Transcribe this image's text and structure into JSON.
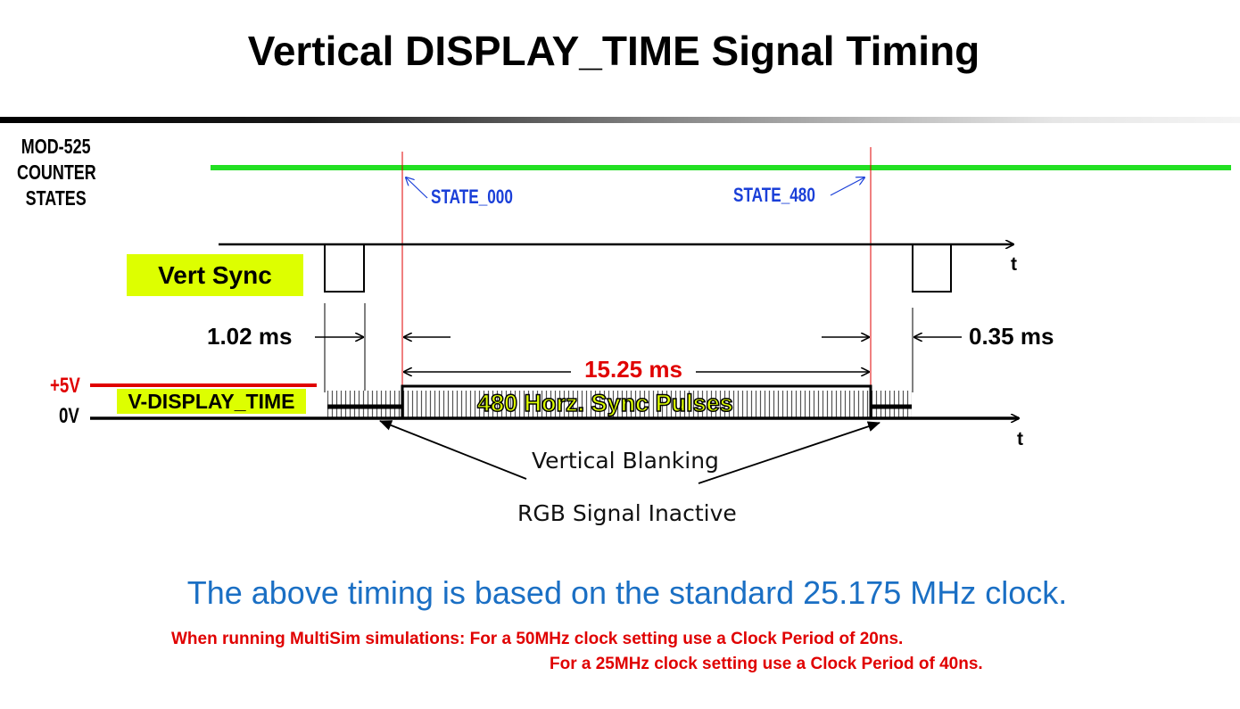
{
  "slide": {
    "title": "Vertical DISPLAY_TIME Signal Timing"
  },
  "counter": {
    "label_lines": [
      "MOD-525",
      "COUNTER",
      "STATES"
    ],
    "state_start": "STATE_000",
    "state_end": "STATE_480"
  },
  "signals": {
    "vert_sync": "Vert Sync",
    "v_display_time": "V-DISPLAY_TIME",
    "high_level": "+5V",
    "low_level": "0V",
    "time_axis": "t",
    "horz_pulses": "480 Horz. Sync Pulses"
  },
  "timing": {
    "front": "1.02 ms",
    "display": "15.25 ms",
    "back": "0.35 ms"
  },
  "notes": {
    "blanking": "Vertical Blanking",
    "rgb": "RGB Signal Inactive"
  },
  "footer": {
    "main": "The above timing is based on the  standard 25.175 MHz clock.",
    "line1": "When running MultiSim simulations: For a 50MHz clock setting use a Clock Period of 20ns.",
    "line2": "For a 25MHz clock setting use a Clock Period of 40ns."
  },
  "colors": {
    "title_rule": "#000000",
    "counter_line": "#22e022",
    "state_marker": "#e00000",
    "highlight": "#ddff00",
    "state_text": "#1a3fd8",
    "footer_blue": "#1a6fc4",
    "footer_red": "#e00000"
  }
}
